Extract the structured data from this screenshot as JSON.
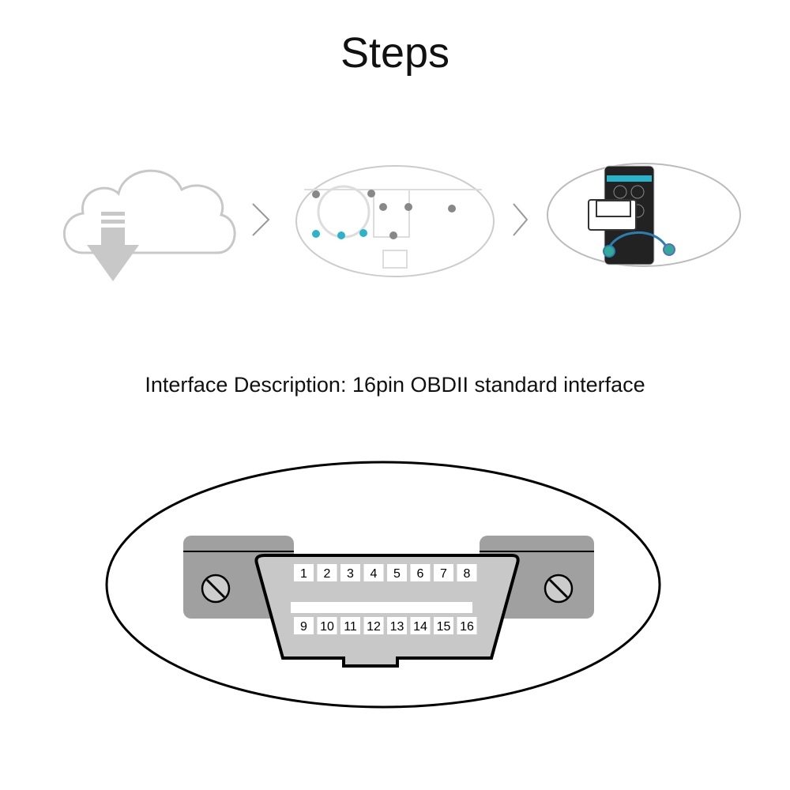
{
  "title": "Steps",
  "steps": [
    {
      "icon": "cloud-download-icon"
    },
    {
      "icon": "car-dashboard-icon"
    },
    {
      "icon": "obd-phone-app-icon"
    }
  ],
  "subtitle": "Interface Description: 16pin OBDII standard interface",
  "connector": {
    "top_pins": [
      "1",
      "2",
      "3",
      "4",
      "5",
      "6",
      "7",
      "8"
    ],
    "bottom_pins": [
      "9",
      "10",
      "11",
      "12",
      "13",
      "14",
      "15",
      "16"
    ]
  },
  "colors": {
    "accent": "#2ab3c9",
    "bracket": "#a0a0a0",
    "connector": "#c8c8c8"
  }
}
